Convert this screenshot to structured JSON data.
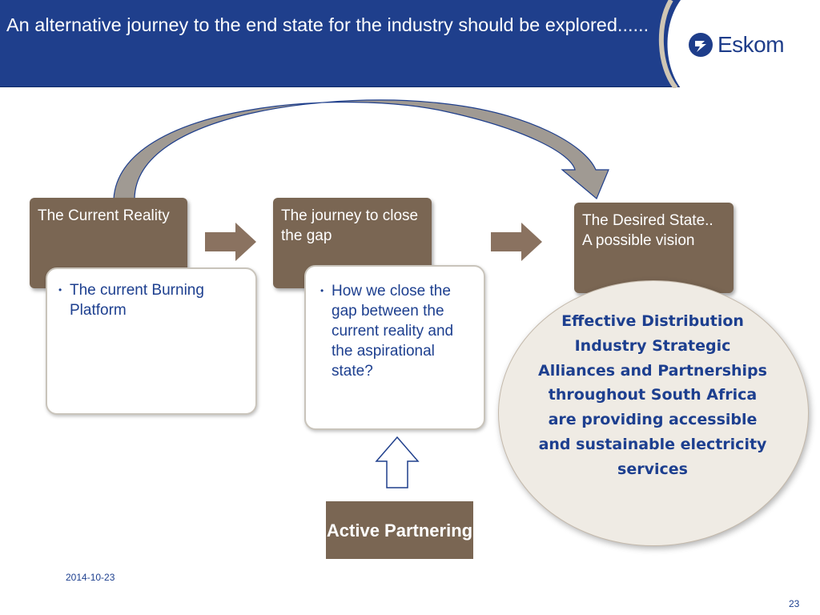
{
  "slide": {
    "title": "An alternative journey to the end state for the industry should be explored......",
    "logo": "Eskom",
    "date": "2014-10-23",
    "page_number": "23"
  },
  "stages": [
    {
      "label": "The Current Reality",
      "bullet": "The current Burning Platform"
    },
    {
      "label": "The journey to close the gap",
      "bullet": "How we close the gap between the current reality and the aspirational state?"
    },
    {
      "label": "The Desired State.. A possible vision"
    }
  ],
  "vision": {
    "text": "Effective Distribution Industry Strategic Alliances and Partnerships throughout South Africa are providing accessible and sustainable  electricity services"
  },
  "partnering": {
    "label": "Active Partnering"
  },
  "colors": {
    "header_blue": "#1f3f8c",
    "stage_brown": "#7a6653",
    "text_blue": "#1d3f8f",
    "arrow_grey": "#a09a93"
  }
}
